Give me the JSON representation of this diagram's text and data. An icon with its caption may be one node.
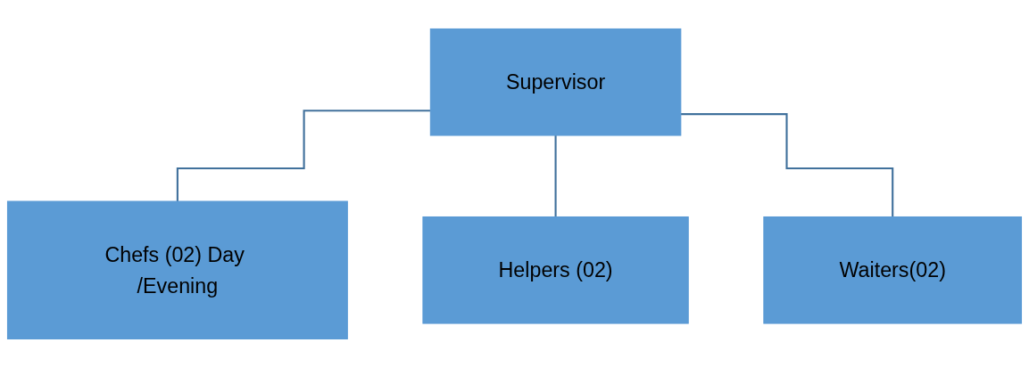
{
  "diagram": {
    "nodes": [
      {
        "text": [
          "Supervisor"
        ]
      },
      {
        "text": [
          "Chefs (02) Day /Evening"
        ]
      },
      {
        "text": [
          "Helpers (02)"
        ]
      },
      {
        "text": [
          "Waiters(02)"
        ]
      }
    ],
    "edges": [
      {
        "from": 0,
        "to": 1,
        "arrow": "none"
      },
      {
        "from": 0,
        "to": 2,
        "arrow": "none"
      },
      {
        "from": 0,
        "to": 3,
        "arrow": "none"
      }
    ]
  }
}
